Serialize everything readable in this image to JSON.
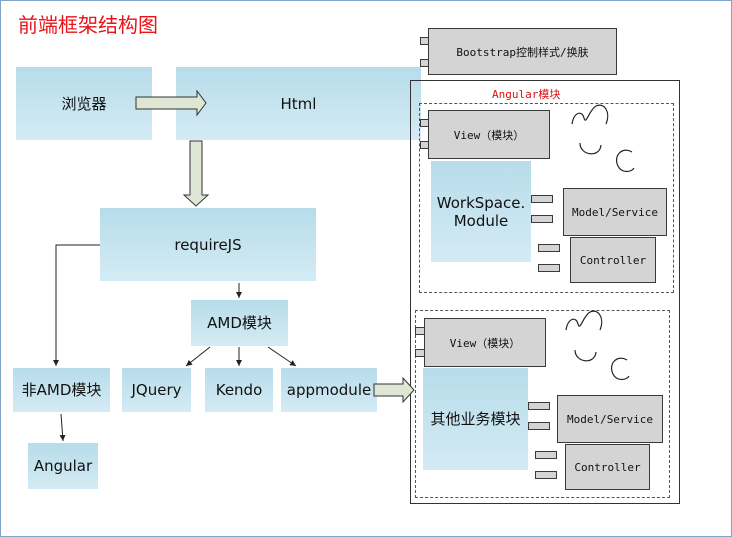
{
  "title": "前端框架结构图",
  "nodes": {
    "browser": "浏览器",
    "html": "Html",
    "requirejs": "requireJS",
    "amd": "AMD模块",
    "non_amd": "非AMD模块",
    "angular": "Angular",
    "jquery": "JQuery",
    "kendo": "Kendo",
    "appmodule": "appmodule"
  },
  "bootstrap_component": "Bootstrap控制样式/换肤",
  "angular_module": {
    "title": "Angular模块",
    "workspace": {
      "label_line1": "WorkSpace.",
      "label_line2": "Module",
      "view": "View（模块）",
      "model": "Model/Service",
      "controller": "Controller"
    },
    "other": {
      "label": "其他业务模块",
      "view": "View（模块）",
      "model": "Model/Service",
      "controller": "Controller"
    }
  },
  "colors": {
    "title": "#e8141a",
    "box_top": "#b7dcea",
    "box_bottom": "#d4ebf4",
    "component": "#d4d4d4",
    "angular_title": "#d11111",
    "block_arrow": "#dfe6d3"
  }
}
